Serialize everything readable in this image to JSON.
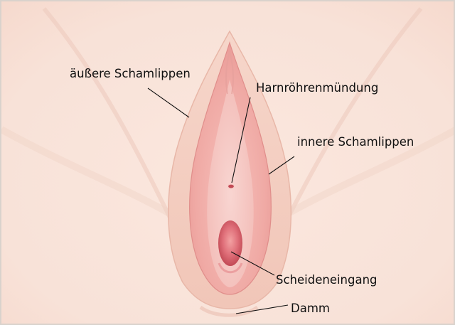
{
  "diagram": {
    "labels": {
      "outer_labia": "äußere Schamlippen",
      "urethral_opening": "Harnröhrenmündung",
      "inner_labia": "innere Schamlippen",
      "vaginal_opening": "Scheideneingang",
      "perineum": "Damm"
    },
    "colors": {
      "skin_light": "#fdf0ea",
      "skin_mid": "#f6dccf",
      "labia_outer": "#f3cfc3",
      "labia_inner": "#f0aba6",
      "mucosa_deep": "#e2767a",
      "opening_dark": "#c24a55",
      "line": "#111111"
    }
  }
}
